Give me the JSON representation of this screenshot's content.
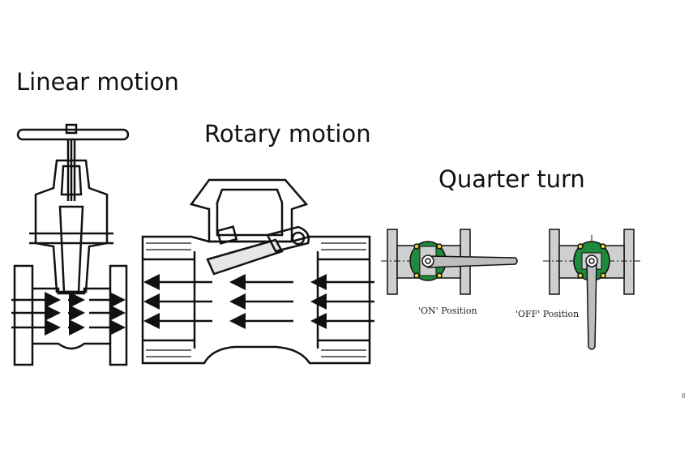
{
  "titles": {
    "linear": "Linear motion",
    "rotary": "Rotary motion",
    "quarter": "Quarter turn"
  },
  "captions": {
    "on": "'ON' Position",
    "off": "'OFF' Position"
  },
  "page_number": "8",
  "colors": {
    "line": "#111111",
    "valve_body": "#cfcfcf",
    "ball": "#1f8a3c",
    "seal": "#e3d23a"
  }
}
